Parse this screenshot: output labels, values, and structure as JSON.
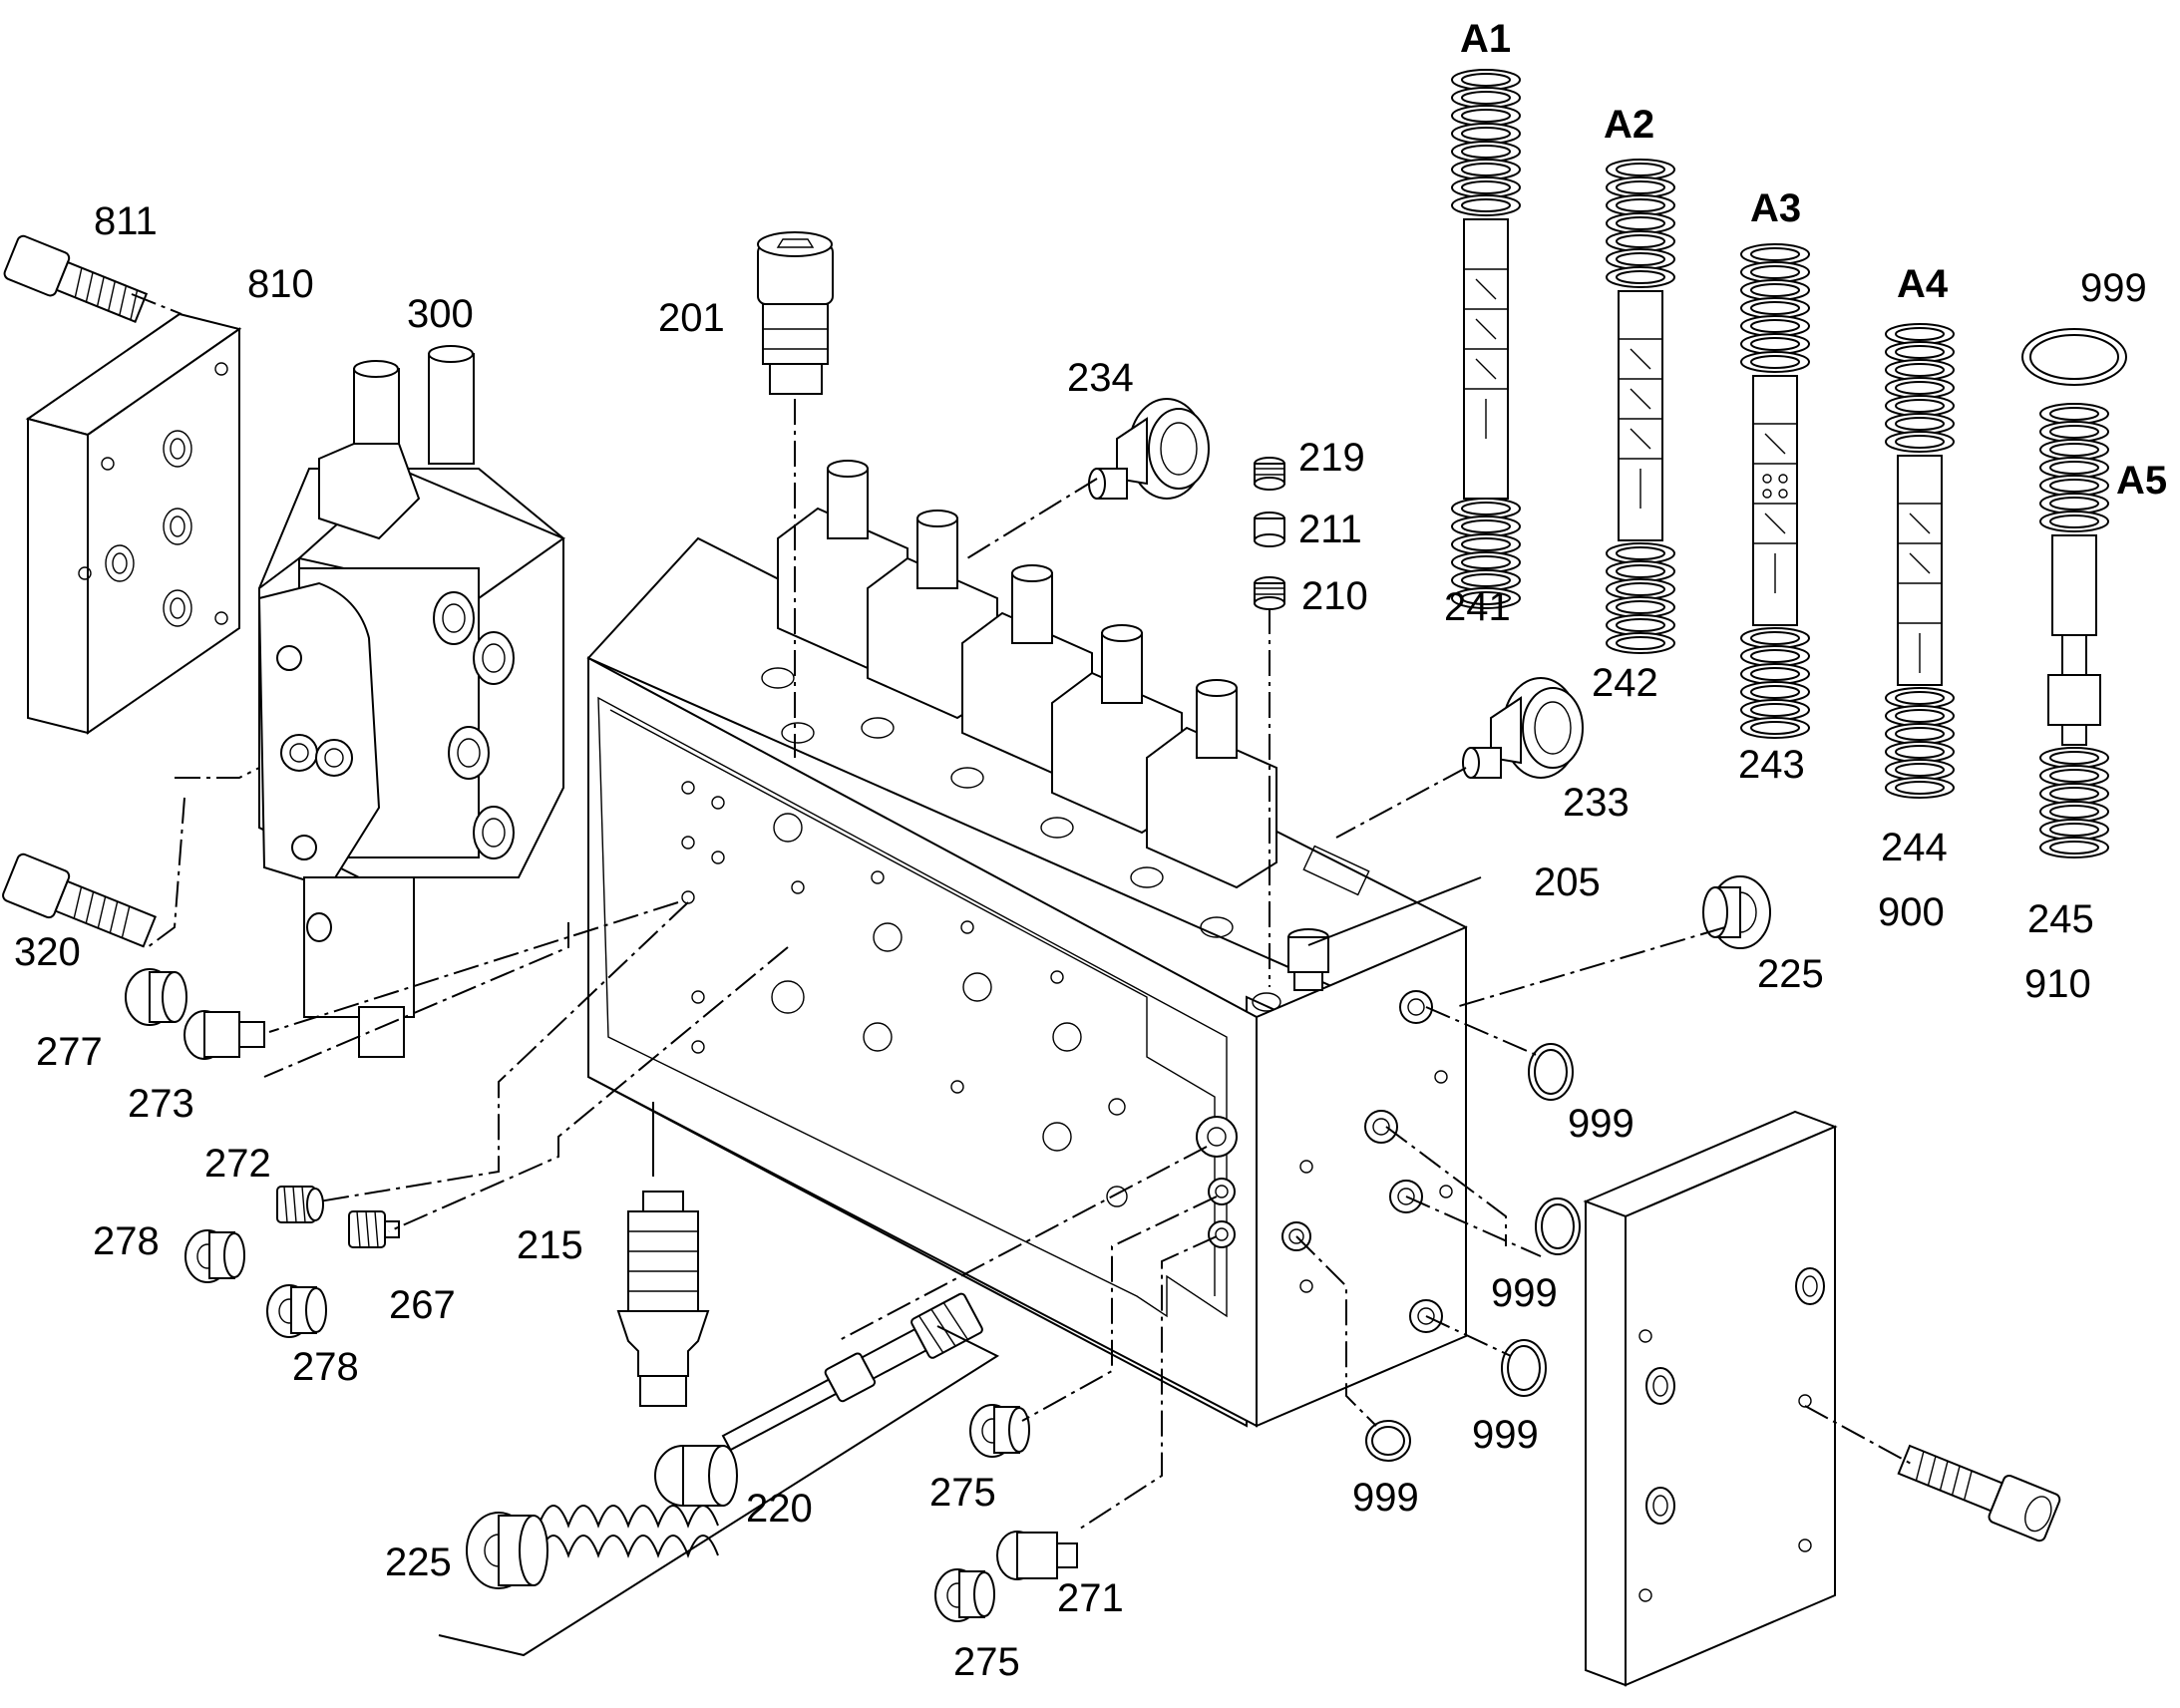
{
  "diagram": {
    "labels": {
      "l811": "811",
      "l810": "810",
      "l300": "300",
      "l201": "201",
      "l234": "234",
      "l219": "219",
      "l211": "211",
      "l210": "210",
      "lA1": "A1",
      "lA2": "A2",
      "lA3": "A3",
      "lA4": "A4",
      "lA5": "A5",
      "l999_top": "999",
      "l241": "241",
      "l242": "242",
      "l243": "243",
      "l244": "244",
      "l245": "245",
      "l900": "900",
      "l910": "910",
      "l233": "233",
      "l205": "205",
      "l225_right": "225",
      "l320": "320",
      "l277": "277",
      "l273": "273",
      "l272": "272",
      "l278_a": "278",
      "l278_b": "278",
      "l267": "267",
      "l215": "215",
      "l999_a": "999",
      "l999_b": "999",
      "l999_c": "999",
      "l999_d": "999",
      "l220": "220",
      "l225_left": "225",
      "l275_a": "275",
      "l275_b": "275",
      "l271": "271"
    }
  }
}
